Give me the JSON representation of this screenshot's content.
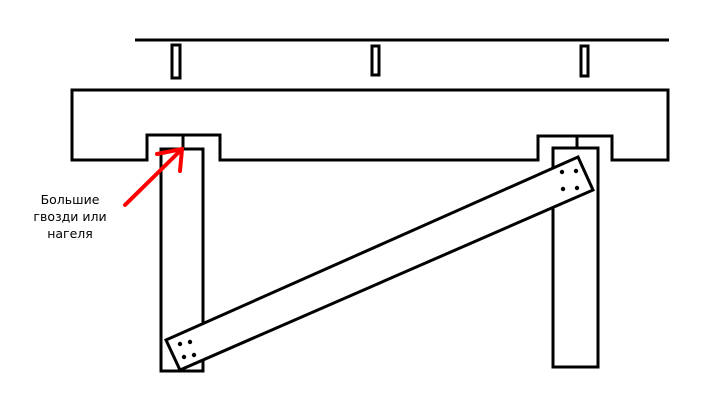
{
  "label": {
    "lines": [
      "Большие",
      "гвозди или",
      "нагеля"
    ]
  },
  "colors": {
    "line": "#000000",
    "arrow": "#ff0000"
  }
}
